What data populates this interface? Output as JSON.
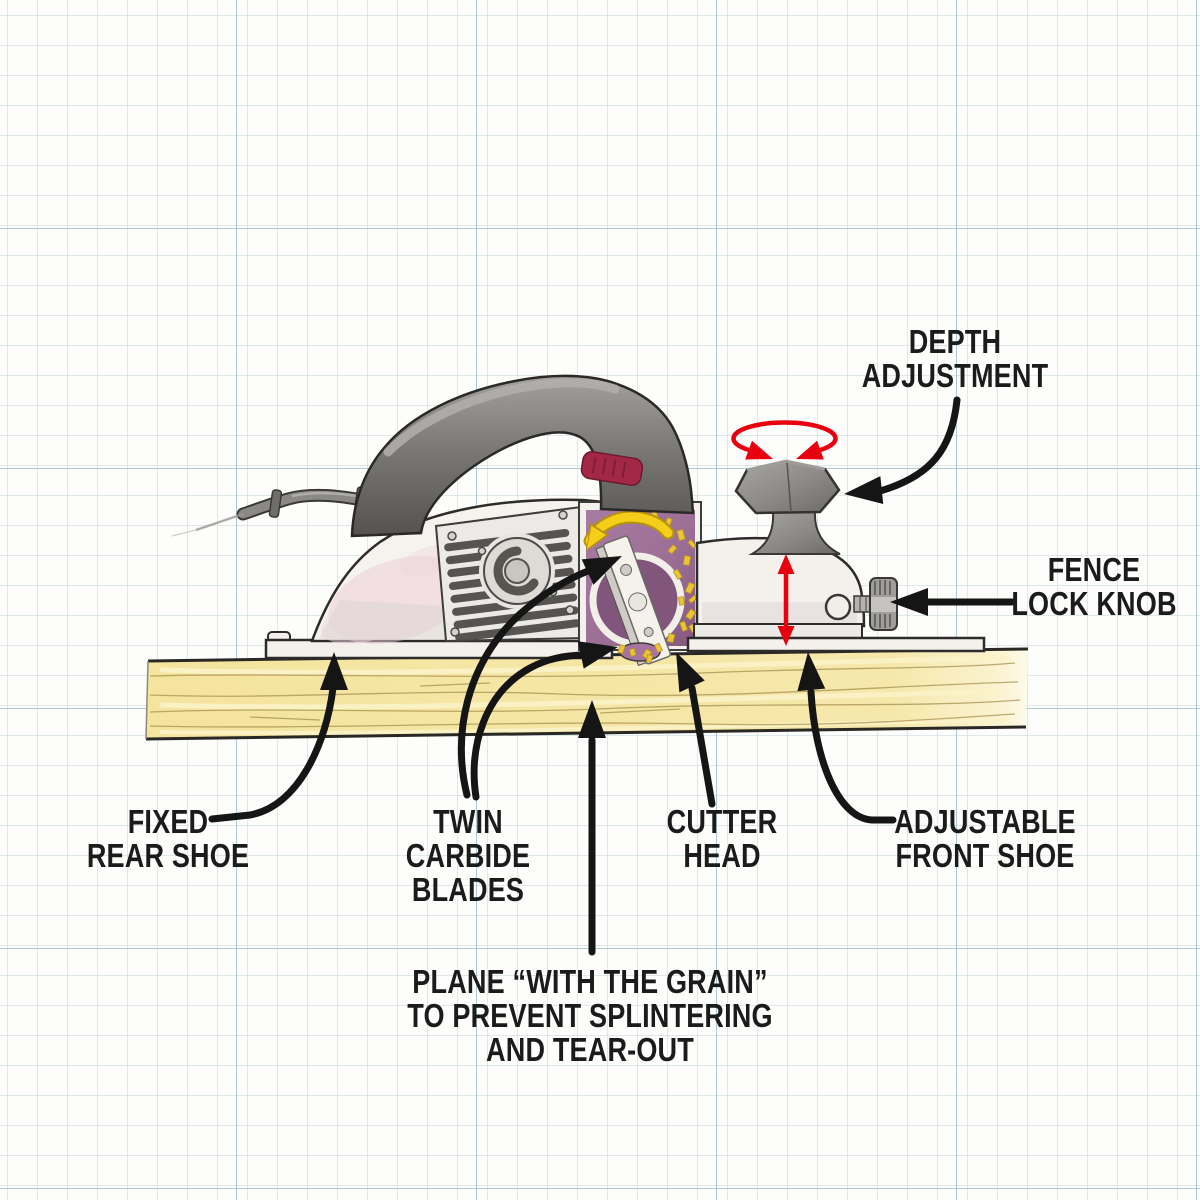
{
  "figure": {
    "subject": "Cutaway illustration of an electric hand planer resting on a wood board, drawn on graph paper"
  },
  "labels": {
    "depth_adjustment": "DEPTH\nADJUSTMENT",
    "fence_lock_knob": "FENCE\nLOCK KNOB",
    "fixed_rear_shoe": "FIXED\nREAR SHOE",
    "twin_carbide_blades": "TWIN\nCARBIDE\nBLADES",
    "cutter_head": "CUTTER\nHEAD",
    "adjustable_front_shoe": "ADJUSTABLE\nFRONT SHOE",
    "plane_note": "PLANE “WITH THE GRAIN”\nTO PREVENT SPLINTERING\nAND TEAR-OUT"
  },
  "colors": {
    "label_text": "#1b1b1b",
    "callout_arrow_black": "#151515",
    "motion_arrow_red": "#e8000f",
    "cutaway_purple": "#9c6f96",
    "chip_yellow": "#eac431",
    "rotation_arrow_yellow": "#f5ce19",
    "wood_yellow": "#f6e7a6",
    "handle_gray": "#7b7976",
    "body_white": "#f6f3ef",
    "switch_red": "#a32746",
    "grid_blue": "#aac8d4"
  }
}
